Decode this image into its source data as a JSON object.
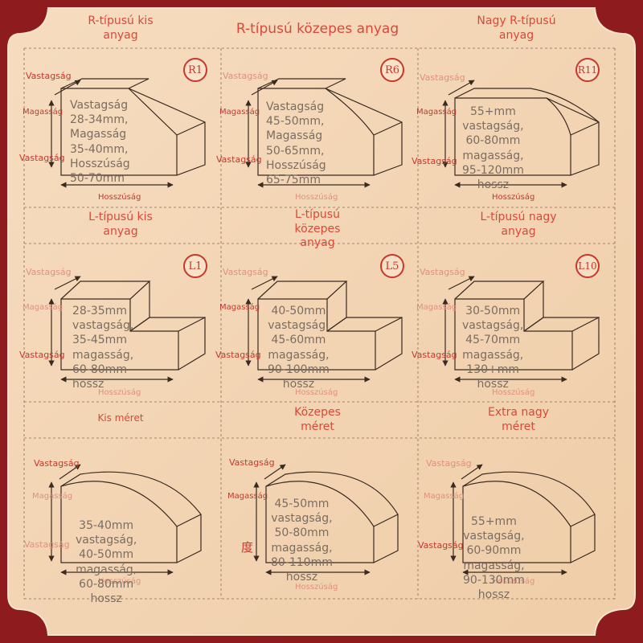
{
  "headers": {
    "r_small": "R-típusú kis anyag",
    "r_medium": "R-típusú közepes anyag",
    "r_large": "Nagy R-típusú anyag",
    "l_small": "L-típusú kis anyag",
    "l_medium": "L-típusú közepes anyag",
    "l_large": "L-típusú nagy anyag",
    "arc_small": "Kis méret",
    "arc_medium": "Közepes méret",
    "arc_large": "Extra nagy méret"
  },
  "dimension_labels": {
    "thickness": "Vastagság",
    "height": "Magasság",
    "length": "Hosszúság"
  },
  "cells": [
    {
      "id": "r1",
      "stamp": "R1",
      "spec": [
        "Vastagság",
        "28-34mm,",
        "Magasság",
        "35-40mm,",
        "Hosszúság",
        "50-70mm"
      ]
    },
    {
      "id": "r6",
      "stamp": "R6",
      "spec": [
        "Vastagság",
        "45-50mm,",
        "Magasság",
        "50-65mm,",
        "Hosszúság",
        "65-75mm"
      ]
    },
    {
      "id": "r11",
      "stamp": "R11",
      "spec": [
        "55+mm",
        "vastagság,",
        "60-80mm",
        "magasság,",
        "95-120mm",
        "hossz"
      ]
    },
    {
      "id": "l1",
      "stamp": "L1",
      "spec": [
        "28-35mm",
        "vastagság,",
        "35-45mm",
        "magasság,",
        "60-80mm",
        "hossz"
      ]
    },
    {
      "id": "l5",
      "stamp": "L5",
      "spec": [
        "40-50mm",
        "vastagság,",
        "45-60mm",
        "magasság,",
        "90-100mm",
        "hossz"
      ]
    },
    {
      "id": "l10",
      "stamp": "L10",
      "spec": [
        "30-50mm",
        "vastagság,",
        "45-70mm",
        "magasság,",
        "130+mm",
        "hossz"
      ]
    },
    {
      "id": "a1",
      "stamp": "",
      "spec": [
        "35-40mm",
        "vastagság,",
        "40-50mm",
        "magasság,",
        "60-80mm",
        "hossz"
      ]
    },
    {
      "id": "a2",
      "stamp": "",
      "spec": [
        "45-50mm",
        "vastagság,",
        "50-80mm",
        "magasság,",
        "80-110mm",
        "hossz"
      ]
    },
    {
      "id": "a3",
      "stamp": "",
      "spec": [
        "55+mm",
        "vastagság,",
        "60-90mm",
        "magasság,",
        "90-130mm",
        "hossz"
      ]
    }
  ],
  "extra_glyph": "度",
  "colors": {
    "frame": "#8e1c1e",
    "panel": "#f3d5b5",
    "accent_red": "#c9362c",
    "shape_stroke": "#3a2a20",
    "spec_text": "#7a6d62"
  }
}
